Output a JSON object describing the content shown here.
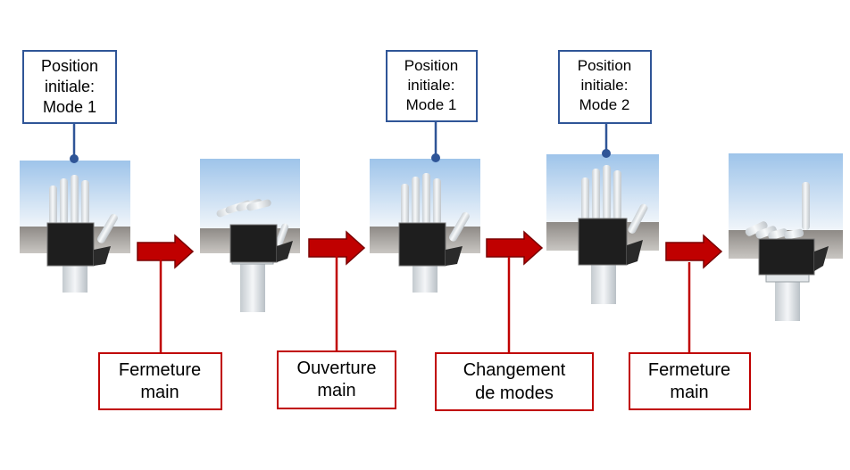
{
  "colors": {
    "blue": "#2F5597",
    "red": "#C00000",
    "arrow_outline": "#7A0000",
    "sky_top": "#9EC4EA",
    "sky_bottom": "#F0F5FA",
    "ground_top": "#8E8A86",
    "ground_bottom": "#C9C6C2",
    "palm": "#1E1E1E",
    "finger": "#E8ECEF",
    "wrist": "#DCE1E5"
  },
  "hands": [
    {
      "id": "hand-1",
      "pose": "open-mode-1"
    },
    {
      "id": "hand-2",
      "pose": "fingers-folded"
    },
    {
      "id": "hand-3",
      "pose": "open-mode-1"
    },
    {
      "id": "hand-4",
      "pose": "open-mode-2"
    },
    {
      "id": "hand-5",
      "pose": "pointing-index"
    }
  ],
  "state_labels": [
    {
      "lines": [
        "Position",
        "initiale:",
        "Mode 1"
      ]
    },
    {
      "lines": [
        "Position",
        "initiale:",
        "Mode 1"
      ]
    },
    {
      "lines": [
        "Position",
        "initiale:",
        "Mode 2"
      ]
    }
  ],
  "action_labels": [
    {
      "lines": [
        "Fermeture",
        "main"
      ]
    },
    {
      "lines": [
        "Ouverture",
        "main"
      ]
    },
    {
      "lines": [
        "Changement",
        "de modes"
      ]
    },
    {
      "lines": [
        "Fermeture",
        "main"
      ]
    }
  ]
}
